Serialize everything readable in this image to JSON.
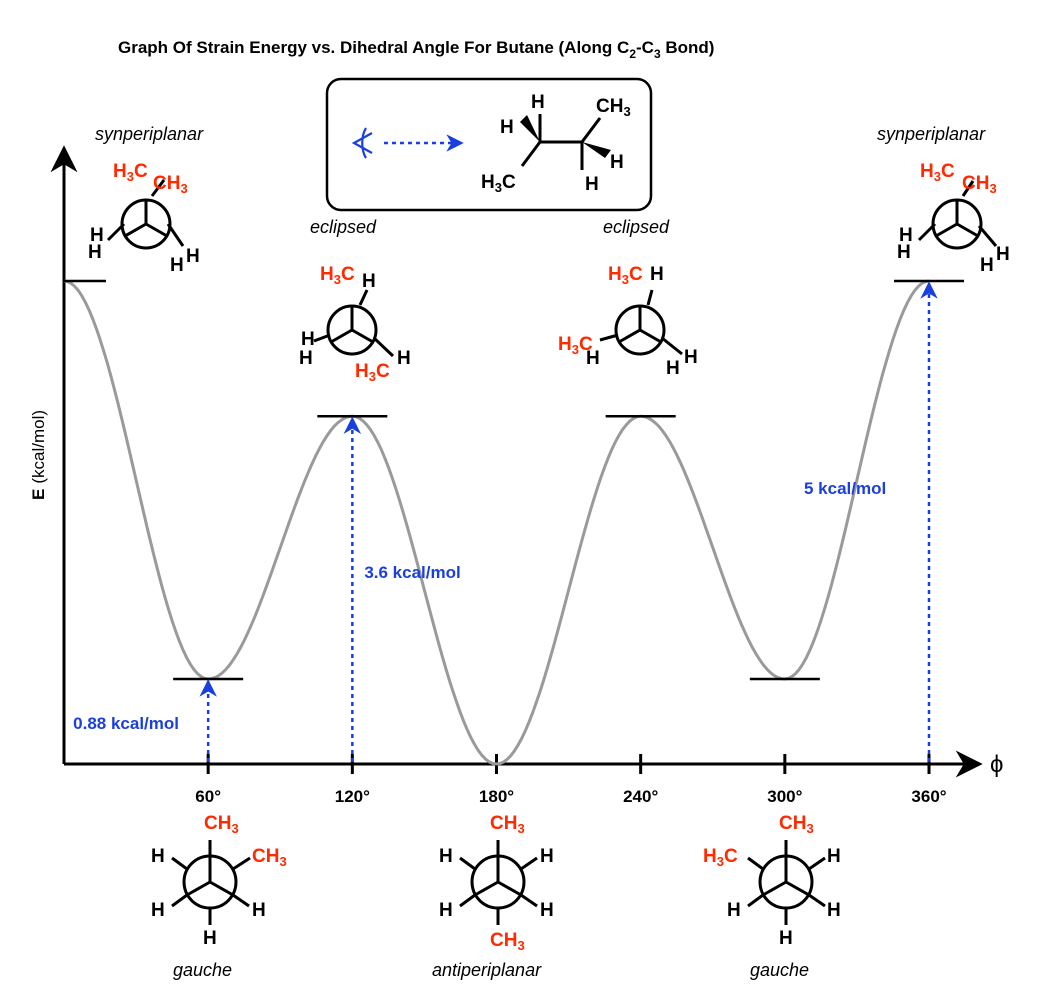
{
  "chart_data": {
    "type": "line",
    "title": {
      "main": "Graph Of Strain Energy vs. Dihedral Angle For Butane (Along C",
      "s1": "2",
      "mid": "-C",
      "s2": "3",
      "end": " Bond)"
    },
    "ylabel": {
      "main": "E",
      "unit": "(kcal/mol)"
    },
    "xlabel": "ϕ",
    "x_ticks": [
      "60°",
      "120°",
      "180°",
      "240°",
      "300°",
      "360°"
    ],
    "xlim": [
      0,
      360
    ],
    "ylim": [
      0,
      5
    ],
    "grid": false,
    "series": [
      {
        "x": [
          0,
          60,
          120,
          180,
          240,
          300,
          360
        ],
        "values": [
          5,
          0.88,
          3.6,
          0,
          3.6,
          0.88,
          5
        ]
      }
    ],
    "annotations": [
      {
        "x": 60,
        "value": 0.88,
        "text": "0.88 kcal/mol"
      },
      {
        "x": 120,
        "value": 3.6,
        "text": "3.6 kcal/mol"
      },
      {
        "x": 360,
        "value": 5,
        "text": "5 kcal/mol"
      }
    ],
    "conformer_labels": {
      "syn_left": "synperiplanar",
      "ecl_left": "eclipsed",
      "ecl_right": "eclipsed",
      "syn_right": "synperiplanar",
      "gauche_left": "gauche",
      "anti": "antiperiplanar",
      "gauche_right": "gauche"
    },
    "atoms": {
      "H": "H",
      "C": "C",
      "H3": "H",
      "sub3": "3",
      "CH": "CH"
    }
  },
  "colors": {
    "curve": "#9a9a9a",
    "arrow": "#1a3fe0",
    "methyl": "#ff2a00",
    "axis": "#000000"
  }
}
